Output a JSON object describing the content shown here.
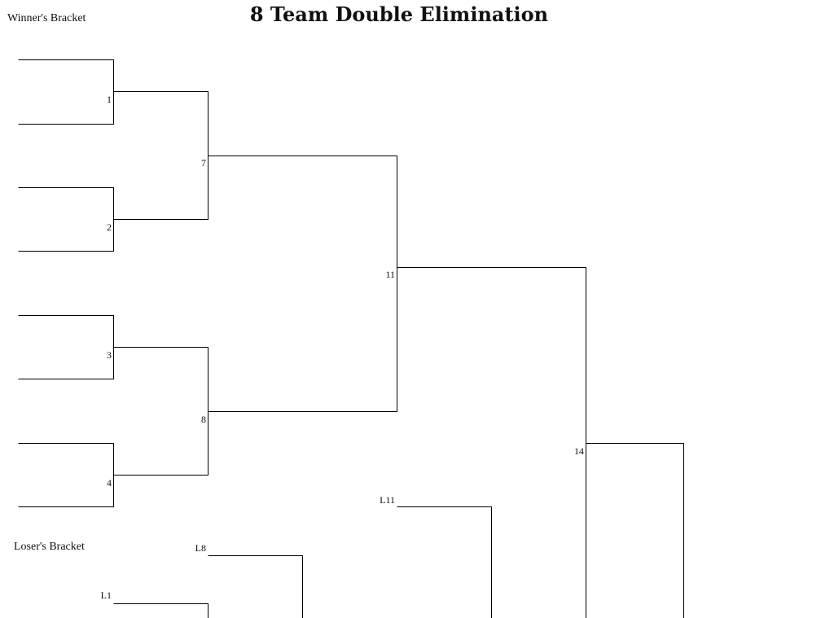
{
  "title": "8 Team Double Elimination",
  "winners_bracket_label": "Winner's Bracket",
  "losers_bracket_label": "Loser's Bracket",
  "winners_games": [
    "1",
    "2",
    "3",
    "4",
    "7",
    "8",
    "11",
    "14"
  ],
  "losers_labels": [
    "L11",
    "L8",
    "L1"
  ]
}
